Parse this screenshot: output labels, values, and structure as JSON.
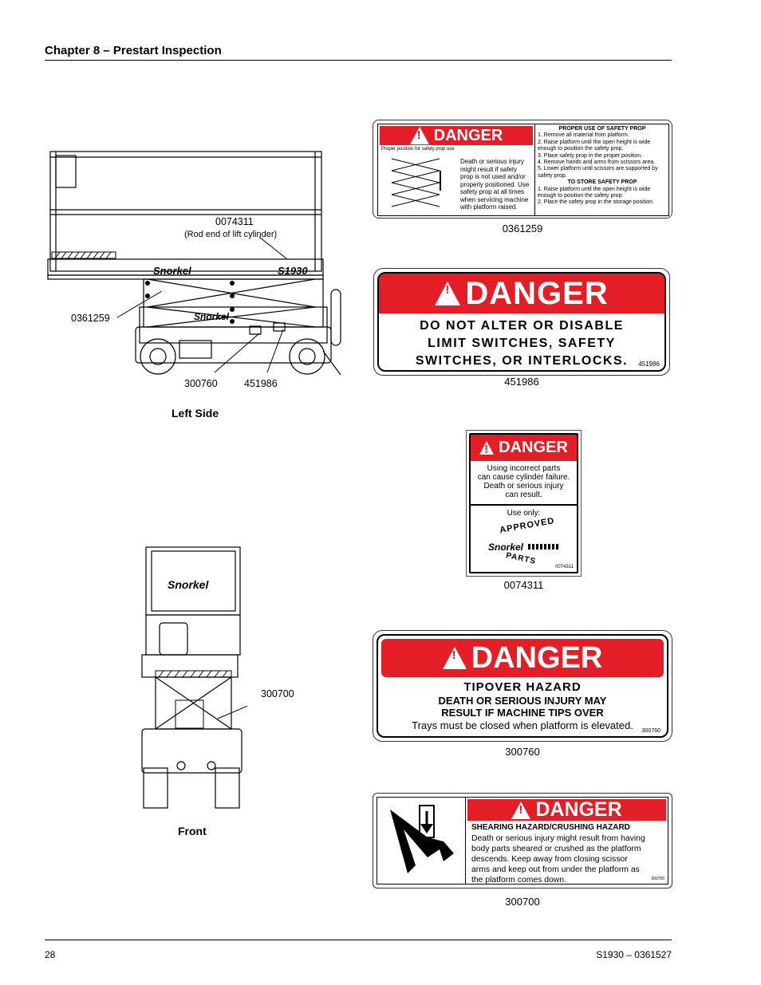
{
  "header": {
    "chapter": "Chapter 8 – Prestart Inspection"
  },
  "footer": {
    "page_number": "28",
    "doc_id": "S1930 – 0361527"
  },
  "left_side_figure": {
    "caption": "Left Side",
    "callout_0074311": "0074311",
    "callout_0074311_note": "(Rod end of lift cylinder)",
    "callout_0361259": "0361259",
    "callout_300760": "300760",
    "callout_451986": "451986",
    "logo_text": "Snorkel",
    "model_text": "S1930"
  },
  "front_figure": {
    "caption": "Front",
    "callout_300700": "300700",
    "logo_text": "Snorkel"
  },
  "decal_0361259": {
    "caption": "0361259",
    "danger": "DANGER",
    "prop_caption": "Proper position for safety prop use",
    "warning": "Death or serious injury might result if safety prop is not used and/or properly positioned. Use safety prop at all times when servicing machine with platform raised.",
    "use_title": "PROPER USE OF SAFETY PROP",
    "use_steps": [
      "1. Remove all material from platform.",
      "2. Raise platform until the open height is wide enough to position the safety prop.",
      "3. Place safety prop in the proper position.",
      "4. Remove hands and arms from scissors area.",
      "5. Lower platform until scissors are supported by safety prop."
    ],
    "store_title": "TO STORE SAFETY PROP",
    "store_steps": [
      "1. Raise platform until the open height is wide enough to position the safety prop.",
      "2. Place the safety prop in the storage position."
    ]
  },
  "decal_451986": {
    "caption": "451986",
    "danger": "DANGER",
    "lines": [
      "DO NOT ALTER OR DISABLE",
      "LIMIT SWITCHES, SAFETY",
      "SWITCHES, OR INTERLOCKS."
    ],
    "code": "451986"
  },
  "decal_0074311": {
    "caption": "0074311",
    "danger": "DANGER",
    "warning_lines": [
      "Using incorrect parts",
      "can cause cylinder failure.",
      "Death or serious injury",
      "can result."
    ],
    "use_only": "Use only:",
    "approved": "APPROVED",
    "brand": "Snorkel",
    "parts": "PARTS",
    "code": "0074311"
  },
  "decal_300760": {
    "caption": "300760",
    "danger": "DANGER",
    "title": "TIPOVER HAZARD",
    "line1": "DEATH OR SERIOUS INJURY MAY",
    "line2": "RESULT IF MACHINE TIPS OVER",
    "line3": "Trays must be closed when platform is elevated.",
    "code": "300760"
  },
  "decal_300700": {
    "caption": "300700",
    "danger": "DANGER",
    "title": "SHEARING HAZARD/CRUSHING HAZARD",
    "body_lines": [
      "Death or serious injury might result from having",
      "body parts sheared or crushed as the platform",
      "descends. Keep away from closing scissor",
      "arms and keep out from under the platform as",
      "the platform comes down."
    ],
    "code": "300700"
  },
  "colors": {
    "danger_red": "#e41e26",
    "ink": "#000000"
  }
}
